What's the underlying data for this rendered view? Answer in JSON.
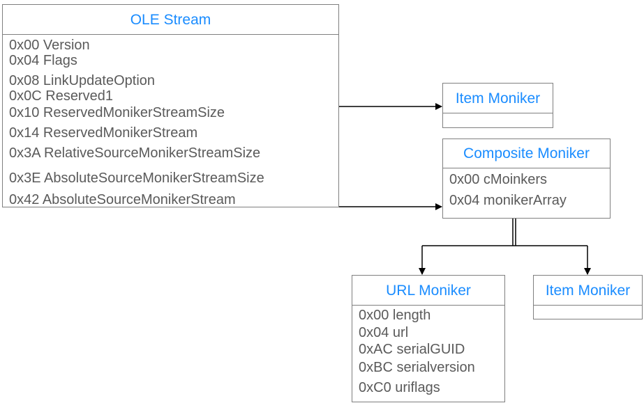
{
  "colors": {
    "title": "#1a8cff",
    "field_text": "#5a5a5a",
    "border": "#7f7f7f",
    "arrow": "#000000"
  },
  "ole_stream": {
    "title": "OLE Stream",
    "fields": [
      "0x00 Version",
      "0x04 Flags",
      "0x08 LinkUpdateOption",
      "0x0C Reserved1",
      "0x10 ReservedMonikerStreamSize",
      "0x14 ReservedMonikerStream",
      "0x3A RelativeSourceMonikerStreamSize",
      "0x3E AbsoluteSourceMonikerStreamSize",
      "0x42 AbsoluteSourceMonikerStream"
    ]
  },
  "item_moniker_top": {
    "title": "Item Moniker"
  },
  "composite_moniker": {
    "title": "Composite Moniker",
    "fields": [
      "0x00 cMoinkers",
      "0x04 monikerArray"
    ]
  },
  "url_moniker": {
    "title": "URL Moniker",
    "fields": [
      "0x00 length",
      "0x04 url",
      "0xAC serialGUID",
      "0xBC serialversion",
      "0xC0 uriflags"
    ]
  },
  "item_moniker_bottom": {
    "title": "Item Moniker"
  }
}
